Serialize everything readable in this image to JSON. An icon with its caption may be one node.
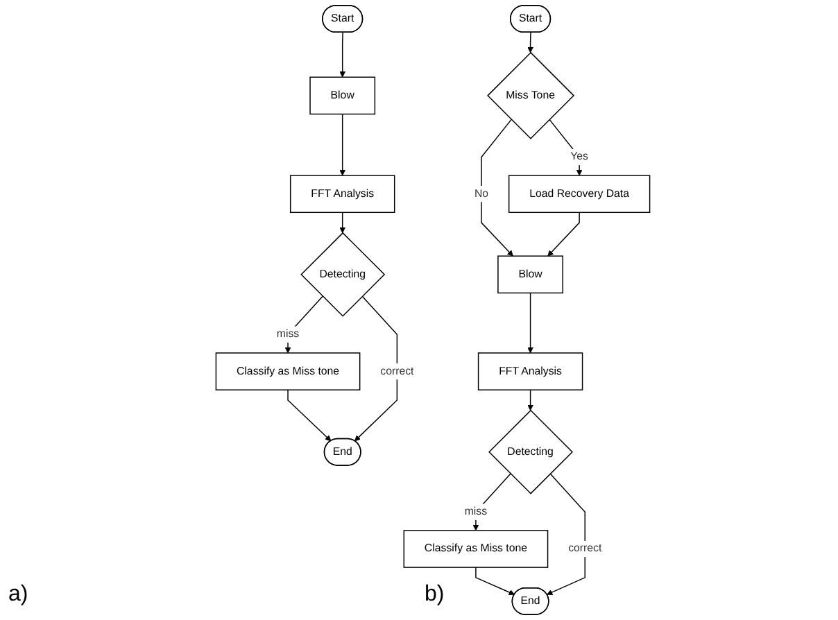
{
  "diagram": {
    "nodes": [
      {
        "text": [
          "Start"
        ]
      },
      {
        "text": [
          "Blow"
        ]
      },
      {
        "text": [
          "FFT Analysis"
        ]
      },
      {
        "text": [
          "Detecting"
        ]
      },
      {
        "text": [
          "Classify as Miss tone"
        ]
      },
      {
        "text": [
          "End"
        ]
      },
      {
        "text": [
          "Start"
        ]
      },
      {
        "text": [
          "Miss Tone"
        ]
      },
      {
        "text": [
          "Load Recovery Data"
        ]
      },
      {
        "text": [
          "Blow"
        ]
      },
      {
        "text": [
          "FFT Analysis"
        ]
      },
      {
        "text": [
          "Detecting"
        ]
      },
      {
        "text": [
          "Classify as Miss tone"
        ]
      },
      {
        "text": [
          "End"
        ]
      }
    ],
    "edges": [
      {
        "from": 0,
        "to": 1,
        "arrow": "to"
      },
      {
        "from": 1,
        "to": 2,
        "arrow": "to"
      },
      {
        "from": 2,
        "to": 3,
        "arrow": "to"
      },
      {
        "from": 3,
        "to": 4,
        "label": "miss",
        "arrow": "to"
      },
      {
        "from": 4,
        "to": 5,
        "arrow": "to"
      },
      {
        "from": 3,
        "to": 5,
        "label": "correct",
        "arrow": "to"
      },
      {
        "from": 6,
        "to": 7,
        "arrow": "to"
      },
      {
        "from": 7,
        "to": 8,
        "label": "Yes",
        "arrow": "to"
      },
      {
        "from": 7,
        "to": 9,
        "label": "No",
        "arrow": "to"
      },
      {
        "from": 8,
        "to": 9,
        "arrow": "to"
      },
      {
        "from": 9,
        "to": 10,
        "arrow": "to"
      },
      {
        "from": 10,
        "to": 11,
        "arrow": "to"
      },
      {
        "from": 11,
        "to": 12,
        "label": "miss",
        "arrow": "to"
      },
      {
        "from": 12,
        "to": 13,
        "arrow": "to"
      },
      {
        "from": 11,
        "to": 13,
        "label": "correct",
        "arrow": "to"
      }
    ],
    "labels": [
      "a)",
      "b)"
    ]
  }
}
